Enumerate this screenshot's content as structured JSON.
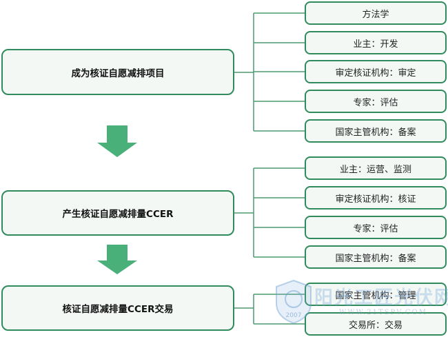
{
  "stages": [
    {
      "label": "成为核证自愿减排项目",
      "subs": [
        "方法学",
        "业主：开发",
        "审定核证机构：审定",
        "专家：评估",
        "国家主管机构：备案"
      ]
    },
    {
      "label": "产生核证自愿减排量CCER",
      "subs": [
        "业主：运营、监测",
        "审定核证机构：核证",
        "专家：评估",
        "国家主管机构：备案"
      ]
    },
    {
      "label": "核证自愿减排量CCER交易",
      "subs": [
        "国家主管机构：管理",
        "交易所：交易"
      ]
    }
  ],
  "watermark": {
    "text": "阳光工匠光伏网",
    "url": "WWW.21TSPV.COM",
    "year": "2007"
  },
  "colors": {
    "border": "#2f8a5c",
    "fill": "#f3f8f5",
    "arrow": "#4ab07a",
    "connector": "#4a9a6e"
  }
}
